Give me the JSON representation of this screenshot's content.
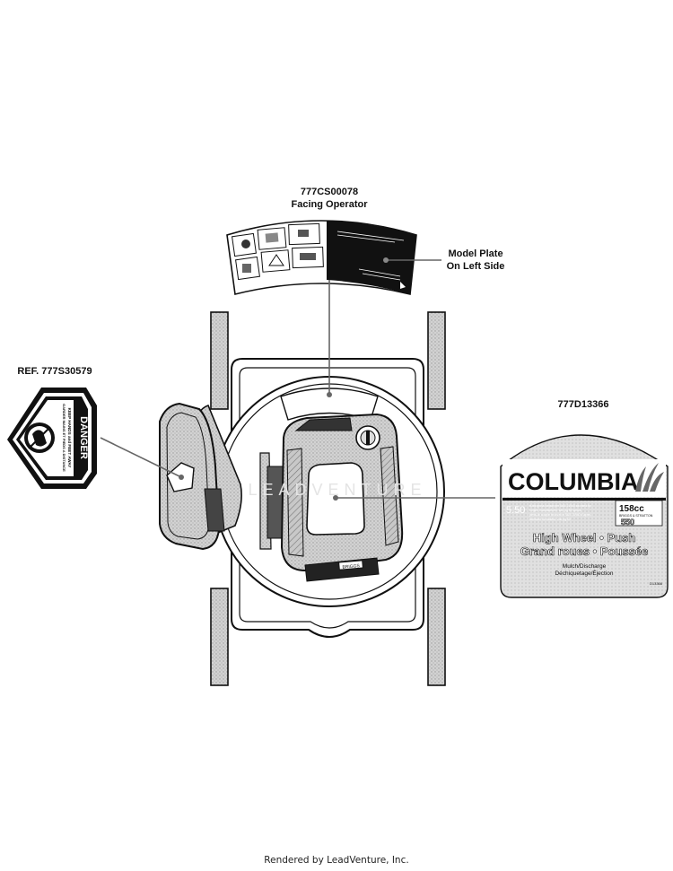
{
  "callouts": {
    "top": {
      "part_number": "777CS00078",
      "note": "Facing Operator"
    },
    "model_plate": {
      "line1": "Model Plate",
      "line2": "On Left Side"
    },
    "left": {
      "part_number": "REF. 777S30579"
    },
    "right": {
      "part_number": "777D13366"
    }
  },
  "danger_decal": {
    "heading": "DANGER",
    "line1": "KEEP HANDS and FEET AWAY",
    "line2": "GARDER MAINS ET PIEDS A DISTANCE"
  },
  "columbia_decal": {
    "brand": "COLUMBIA",
    "rating": "5.50",
    "small_text_1": "ft-lbs gross torque per SAE J1940 as rated by",
    "small_text_2": "engine manufacturer, see pg 50 specs",
    "small_text_3": "pieds-lb couple brut selon SAE J1940 d'apres",
    "small_text_4": "fabricant du moteur, voir pg 50",
    "displacement": "158cc",
    "engine_line": "BRIGGS & STRATTON",
    "engine_series": "550",
    "line_en": "High Wheel • Push",
    "line_fr": "Grand roues • Poussée",
    "mode_en": "Mulch/Discharge",
    "mode_fr": "Déchiquetage/Éjection",
    "code": "D13366"
  },
  "engine_label": "BRIGGS",
  "watermark": "LEADVENTURE",
  "footer": "Rendered by LeadVenture, Inc."
}
